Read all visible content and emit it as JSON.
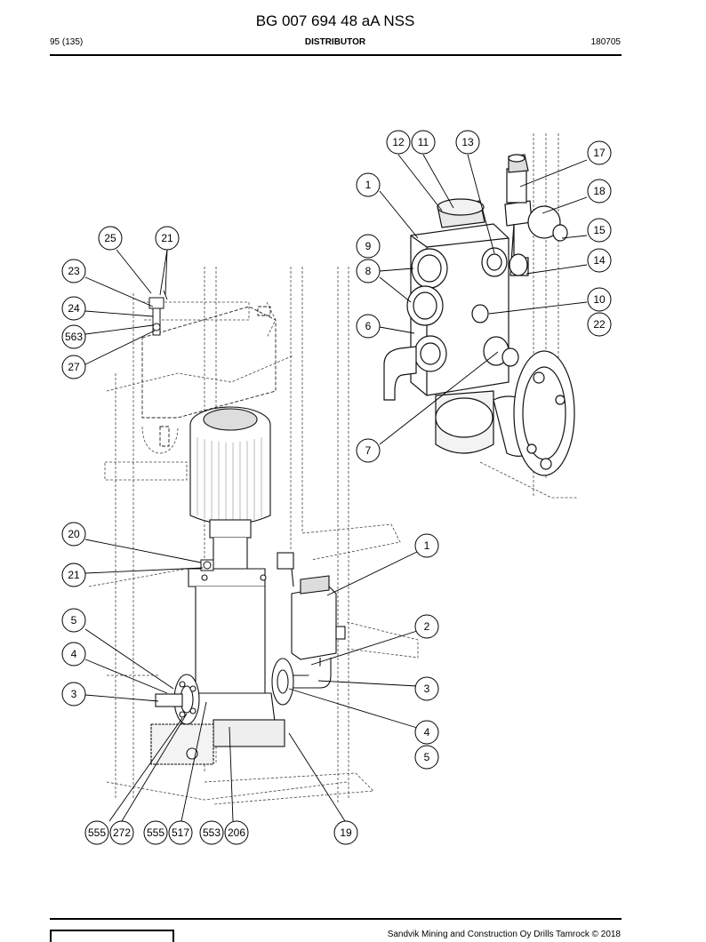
{
  "header": {
    "doc_title": "BG 007 694 48 aA NSS",
    "page": "95 (135)",
    "section": "DISTRIBUTOR",
    "date": "180705"
  },
  "footer": {
    "copyright": "Sandvik Mining and Construction Oy Drills Tamrock © 2018"
  },
  "callouts": {
    "c12": "12",
    "c11": "11",
    "c13": "13",
    "c17": "17",
    "c18": "18",
    "c15": "15",
    "c14": "14",
    "c10": "10",
    "c22": "22",
    "c1a": "1",
    "c9": "9",
    "c8": "8",
    "c6": "6",
    "c7": "7",
    "c25": "25",
    "c21a": "21",
    "c23": "23",
    "c24": "24",
    "c563": "563",
    "c27": "27",
    "c20": "20",
    "c21b": "21",
    "c1b": "1",
    "c5a": "5",
    "c2": "2",
    "c4a": "4",
    "c3a": "3",
    "c3b": "3",
    "c4b": "4",
    "c5b": "5",
    "c555a": "555",
    "c272": "272",
    "c555b": "555",
    "c517": "517",
    "c553": "553",
    "c206": "206",
    "c19": "19"
  }
}
